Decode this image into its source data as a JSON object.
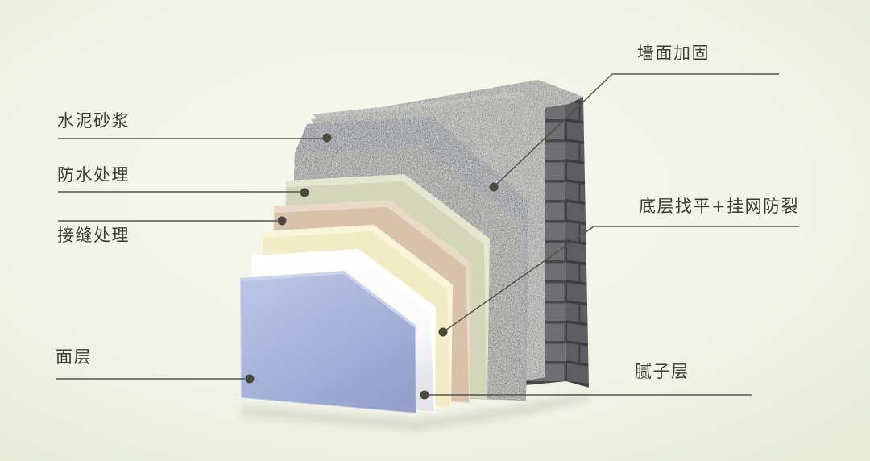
{
  "figure": {
    "type": "wall-construction-layers-diagram",
    "labels": {
      "cement_mortar": "水泥砂浆",
      "waterproofing": "防水处理",
      "joint_treatment": "接缝处理",
      "surface_layer": "面层",
      "wall_reinforcement": "墙面加固",
      "base_leveling": "底层找平+挂网防裂",
      "putty_layer": "腻子层"
    },
    "layers_front_to_back": [
      {
        "label": "面层",
        "color": "#a9b4d9",
        "color_light": "#bdc7e7",
        "color_dark": "#95a1cc",
        "bevel": "#ccd3ec"
      },
      {
        "label": "腻子层",
        "color": "#fafafa",
        "bevel": "#ffffff"
      },
      {
        "label": "底层找平+挂网防裂",
        "color": "#f1ecc5",
        "bevel": "#f9f5db"
      },
      {
        "label": "接缝处理",
        "color": "#d8c2a9",
        "bevel": "#e9d9c7"
      },
      {
        "label": "防水处理",
        "color": "#d3d6b9",
        "bevel": "#e4e6cf"
      },
      {
        "label": "水泥砂浆",
        "color": "#a0a29e",
        "bevel": "#989aa1"
      },
      {
        "label": "墙面加固",
        "color": "#b2b2af",
        "bevel": "#c2c2be"
      }
    ]
  },
  "colors": {
    "background_center": "#f7f8f0",
    "background_edge": "#e7ebd8",
    "leader_line": "#54544d",
    "dot": "#49493f",
    "text": "#3b3b35",
    "wall_top": "#aeaeab",
    "brick": "#6e6e73",
    "brick_mortar": "#47474c",
    "brick_side": "#5d5d62",
    "brick_side_mortar": "#3d3d42",
    "shadow": "#6a6f58",
    "putty_shade": "#e4e5e9"
  }
}
